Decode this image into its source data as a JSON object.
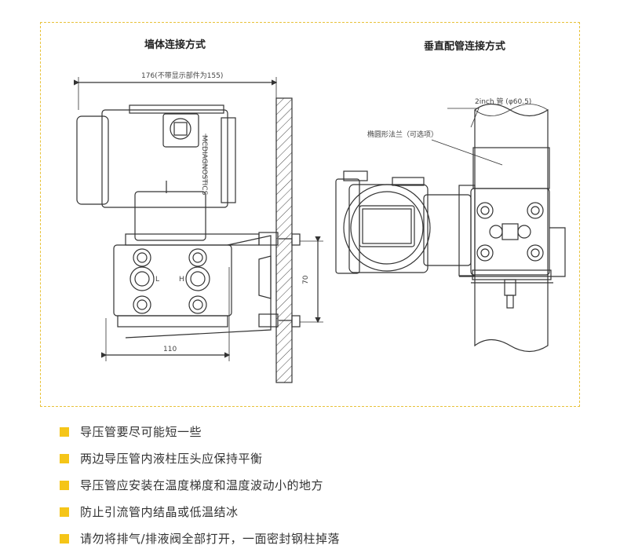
{
  "diagram": {
    "left_title": "墙体连接方式",
    "right_title": "垂直配管连接方式",
    "dim_width_note": "176(不带显示部件为155)",
    "dim_110": "110",
    "dim_70": "70",
    "label_pipe": "2inch 管 (φ60.5)",
    "label_flange": "椭圆形法兰（可选项）",
    "label_L": "L",
    "label_H": "H",
    "brand_text": "MCDIAGNOSTICS"
  },
  "notes": [
    "导压管要尽可能短一些",
    "两边导压管内液柱压头应保持平衡",
    "导压管应安装在温度梯度和温度波动小的地方",
    "防止引流管内结晶或低温结冰",
    "请勿将排气/排液阀全部打开，一面密封钢柱掉落"
  ],
  "colors": {
    "frame": "#e8c23a",
    "bullet": "#f5c518"
  }
}
